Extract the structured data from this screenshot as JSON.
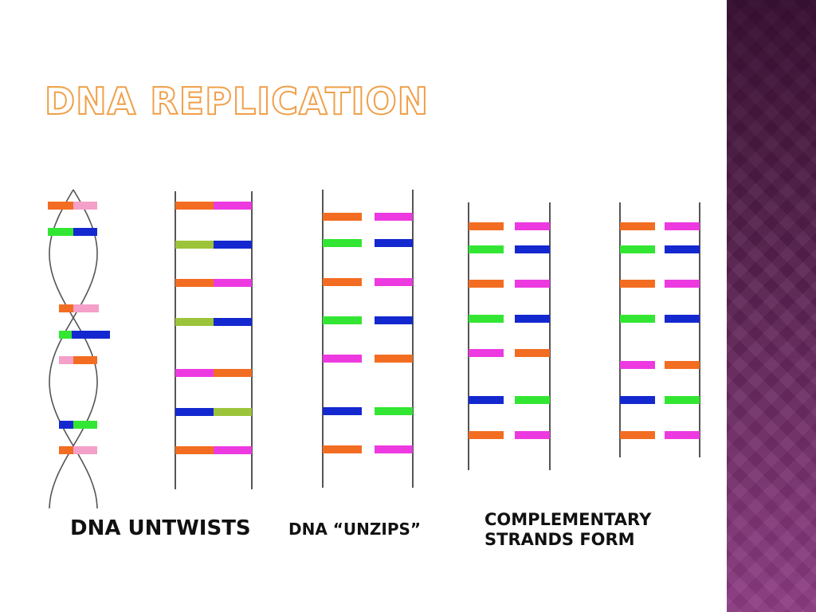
{
  "slide": {
    "title": "DNA REPLICATION",
    "captions": {
      "untwists": "DNA UNTWISTS",
      "unzips": "DNA “UNZIPS”",
      "complementary_line1": "COMPLEMENTARY",
      "complementary_line2": "STRANDS FORM"
    }
  },
  "colors": {
    "orange": "#f26d21",
    "magenta": "#ec3ae0",
    "green": "#33e633",
    "blue": "#1428d0",
    "olive": "#9cc43a",
    "pink": "#f4a0c8",
    "backbone": "#555555",
    "title_outline": "#f0a04a",
    "side_band": "#6a2a60"
  },
  "diagram": {
    "ladder_pairs": [
      [
        "orange",
        "magenta"
      ],
      [
        "olive",
        "blue"
      ],
      [
        "orange",
        "magenta"
      ],
      [
        "olive",
        "blue"
      ],
      [
        "magenta",
        "orange"
      ],
      [
        "blue",
        "olive"
      ],
      [
        "orange",
        "magenta"
      ]
    ],
    "unzipped_pairs": [
      [
        "orange",
        "magenta"
      ],
      [
        "green",
        "blue"
      ],
      [
        "orange",
        "magenta"
      ],
      [
        "green",
        "blue"
      ],
      [
        "magenta",
        "orange"
      ],
      [
        "blue",
        "green"
      ],
      [
        "orange",
        "magenta"
      ]
    ],
    "complementary_pairs": [
      [
        "orange",
        "magenta"
      ],
      [
        "green",
        "blue"
      ],
      [
        "orange",
        "magenta"
      ],
      [
        "green",
        "blue"
      ],
      [
        "magenta",
        "orange"
      ],
      [
        "blue",
        "green"
      ],
      [
        "orange",
        "magenta"
      ]
    ],
    "helix_pairs": [
      [
        "orange",
        "pink"
      ],
      [
        "green",
        "blue"
      ],
      [
        "orange",
        "pink"
      ],
      [
        "green",
        "blue"
      ],
      [
        "pink",
        "orange"
      ],
      [
        "blue",
        "green"
      ],
      [
        "orange",
        "pink"
      ]
    ]
  }
}
